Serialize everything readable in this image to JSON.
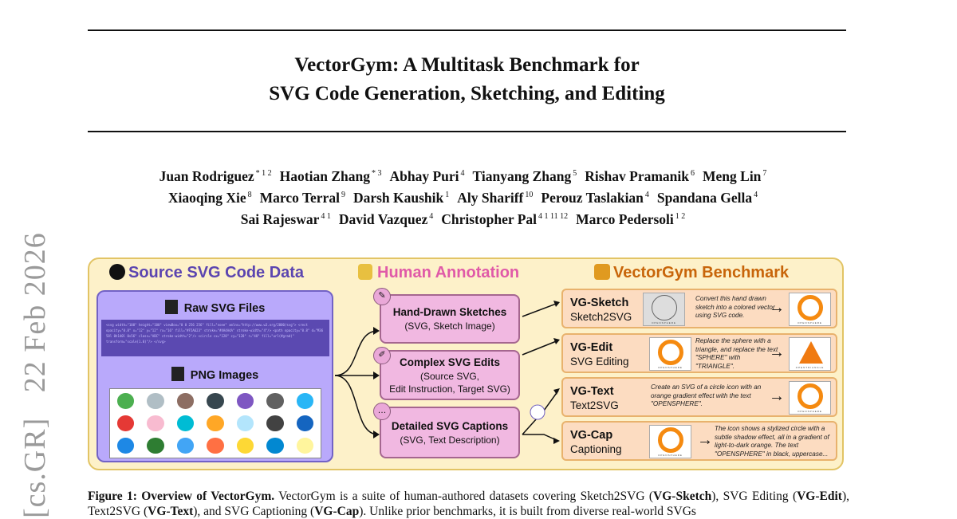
{
  "side_label": "[cs.GR]   22 Feb 2026",
  "title": {
    "line1": "VectorGym: A Multitask Benchmark for",
    "line2": "SVG Code Generation, Sketching, and Editing"
  },
  "authors": [
    [
      {
        "name": "Juan Rodriguez",
        "aff": "* 1 2"
      },
      {
        "name": "Haotian Zhang",
        "aff": "* 3"
      },
      {
        "name": "Abhay Puri",
        "aff": "4"
      },
      {
        "name": "Tianyang Zhang",
        "aff": "5"
      },
      {
        "name": "Rishav Pramanik",
        "aff": "6"
      },
      {
        "name": "Meng Lin",
        "aff": "7"
      }
    ],
    [
      {
        "name": "Xiaoqing Xie",
        "aff": "8"
      },
      {
        "name": "Marco Terral",
        "aff": "9"
      },
      {
        "name": "Darsh Kaushik",
        "aff": "1"
      },
      {
        "name": "Aly Shariff",
        "aff": "10"
      },
      {
        "name": "Perouz Taslakian",
        "aff": "4"
      },
      {
        "name": "Spandana Gella",
        "aff": "4"
      }
    ],
    [
      {
        "name": "Sai Rajeswar",
        "aff": "4 1"
      },
      {
        "name": "David Vazquez",
        "aff": "4"
      },
      {
        "name": "Christopher Pal",
        "aff": "4 1 11 12"
      },
      {
        "name": "Marco Pedersoli",
        "aff": "1 2"
      }
    ]
  ],
  "figure": {
    "source": {
      "title": "Source SVG Code Data",
      "raw": "Raw SVG Files",
      "png": "PNG Images",
      "icon": "github-icon",
      "color": "#5b45b0",
      "code": "<svg width=\"100\" height=\"100\" viewBox=\"0 0 256 256\" fill=\"none\" xmlns=\"http://www.w3.org/2000/svg\"> <rect opacity=\"0.8\" x=\"12\" y=\"12\" rx=\"16\" fill=\"#F5A623\" stroke=\"#4A4A4A\" stroke-width=\"4\"/> <path opacity=\"0.8\" d=\"M36 58l 0h140l 0v56\" class=\"ABC\" stroke-width=\"2\"/> <circle cx=\"128\" cy=\"128\" r=\"48\" fill=\"url(#grad)\" transform=\"scale(1.0)\"/> </svg>"
    },
    "annotation": {
      "title": "Human Annotation",
      "color": "#e05aa8",
      "boxes": [
        {
          "title": "Hand-Drawn Sketches",
          "detail": "(SVG, Sketch Image)",
          "icon": "pen-icon"
        },
        {
          "title": "Complex SVG Edits",
          "detail": "(Source SVG,",
          "detail2": "Edit Instruction, Target SVG)",
          "icon": "edit-icon"
        },
        {
          "title": "Detailed SVG Captions",
          "detail": "(SVG, Text Description)",
          "icon": "chat-icon"
        }
      ]
    },
    "benchmark": {
      "title": "VectorGym Benchmark",
      "color": "#c8650a",
      "rows": [
        {
          "name": "VG-Sketch",
          "task": "Sketch2SVG",
          "text": "Convert this hand drawn sketch into a colored vector using SVG code.",
          "in_label": "OPENSPHERE",
          "out_label": "OPENSPHERE"
        },
        {
          "name": "VG-Edit",
          "task": "SVG Editing",
          "text": "Replace the sphere with a triangle, and replace the text \"SPHERE\" with \"TRIANGLE\".",
          "in_label": "OPENSPHERE",
          "out_label": "OPENTRIANGLE"
        },
        {
          "name": "VG-Text",
          "task": "Text2SVG",
          "text": "Create an SVG of a circle icon with an orange gradient effect with the text \"OPENSPHERE\".",
          "out_label": "OPENSPHERE"
        },
        {
          "name": "VG-Cap",
          "task": "Captioning",
          "text": "The icon shows a stylized circle with a subtle shadow effect, all in a gradient of light-to-dark orange. The text \"OPENSPHERE\" in black, uppercase...",
          "in_label": "OPENSPHERE"
        }
      ]
    },
    "png_icon_colors": [
      "#4caf50",
      "#b0bec5",
      "#8d6e63",
      "#37474f",
      "#7e57c2",
      "#616161",
      "#29b6f6",
      "#e53935",
      "#f8bbd0",
      "#00bcd4",
      "#ffa726",
      "#b3e5fc",
      "#424242",
      "#1565c0",
      "#1e88e5",
      "#2e7d32",
      "#42a5f5",
      "#ff7043",
      "#fdd835",
      "#0288d1",
      "#fff59d"
    ]
  },
  "caption": {
    "label": "Figure 1: Overview of VectorGym.",
    "p1": " VectorGym is a suite of human-authored datasets covering Sketch2SVG (",
    "b1": "VG-Sketch",
    "p2": "), SVG Editing (",
    "b2": "VG-Edit",
    "p3": "), Text2SVG (",
    "b3": "VG-Text",
    "p4": "), and SVG Captioning (",
    "b4": "VG-Cap",
    "p5": "). Unlike prior benchmarks, it is built from diverse real-world SVGs"
  }
}
